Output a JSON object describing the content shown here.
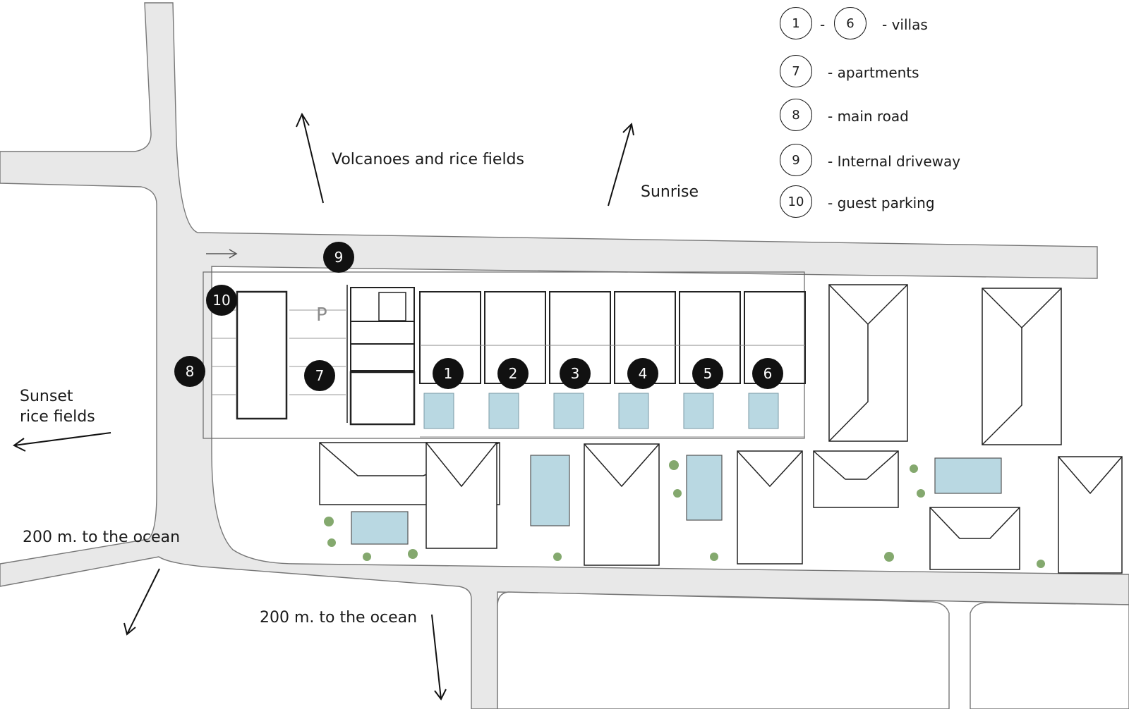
{
  "labels": {
    "north_view": "Volcanoes and rice fields",
    "sunrise": "Sunrise",
    "sunset": "Sunset\nrice fields",
    "ocean_west": "200 m. to the ocean",
    "ocean_south": "200 m. to the ocean",
    "parking_letter": "P"
  },
  "legend": {
    "villas": {
      "from": "1",
      "dash": "-",
      "to": "6",
      "text": "- villas"
    },
    "apartments": {
      "num": "7",
      "text": "-  apartments"
    },
    "main_road": {
      "num": "8",
      "text": "-  main road"
    },
    "driveway": {
      "num": "9",
      "text": "-  Internal driveway"
    },
    "guest_parking": {
      "num": "10",
      "text": "-  guest parking"
    }
  },
  "markers": {
    "villa_1": "1",
    "villa_2": "2",
    "villa_3": "3",
    "villa_4": "4",
    "villa_5": "5",
    "villa_6": "6",
    "apartments": "7",
    "main_road": "8",
    "driveway": "9",
    "guest_parking": "10"
  },
  "colors": {
    "road": "#e8e8e8",
    "road_edge": "#777777",
    "pool": "#b9d8e2",
    "greenery": "#6f9a55",
    "marker": "#111111"
  }
}
